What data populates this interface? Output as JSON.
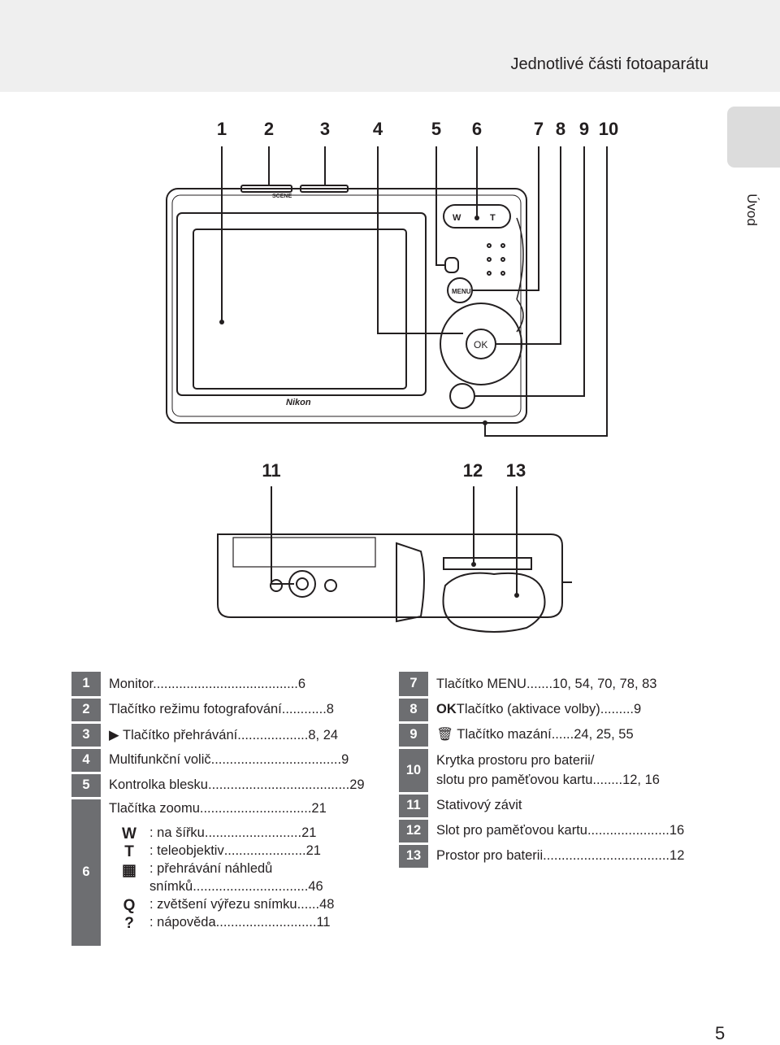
{
  "header": {
    "title": "Jednotlivé části fotoaparátu"
  },
  "side_tab": {
    "label": "Úvod"
  },
  "callouts_top": [
    "1",
    "2",
    "3",
    "4",
    "5",
    "6",
    "7",
    "8",
    "9",
    "10"
  ],
  "callouts_bottom": [
    "11",
    "12",
    "13"
  ],
  "camera": {
    "brand": "Nikon",
    "mode_label": "SCENE",
    "zoom_w": "W",
    "zoom_t": "T",
    "menu_label": "MENU",
    "ok_label": "OK"
  },
  "left_table": [
    {
      "num": "1",
      "text": "Monitor",
      "page": "6"
    },
    {
      "num": "2",
      "text": "Tlačítko režimu fotografování",
      "page": "8"
    },
    {
      "num": "3",
      "icon": "▶",
      "text": " Tlačítko přehrávání",
      "page": "8, 24"
    },
    {
      "num": "4",
      "text": "Multifunkční volič",
      "page": "9"
    },
    {
      "num": "5",
      "text": "Kontrolka blesku",
      "page": "29"
    }
  ],
  "row6": {
    "num": "6",
    "title": "Tlačítka zoomu",
    "page": "21",
    "items": [
      {
        "icon": "W",
        "text": ": na šířku",
        "page": "21"
      },
      {
        "icon": "T",
        "text": ": teleobjektiv",
        "page": "21"
      },
      {
        "icon": "▦",
        "text": ": přehrávání náhledů",
        "page": ""
      },
      {
        "icon": "",
        "text": "snímků",
        "page": "46"
      },
      {
        "icon": "Q",
        "text": ": zvětšení výřezu snímku",
        "page": "48"
      },
      {
        "icon": "?",
        "text": ": nápověda",
        "page": "11"
      }
    ]
  },
  "right_table": [
    {
      "num": "7",
      "text": "Tlačítko MENU",
      "page": "10, 54, 70, 78, 83"
    },
    {
      "num": "8",
      "icon": "OK",
      "text": "Tlačítko (aktivace volby)",
      "page": "9"
    },
    {
      "num": "9",
      "icon": "🗑",
      "text": " Tlačítko mazání",
      "page": "24, 25, 55"
    },
    {
      "num": "10",
      "line1": "Krytka prostoru pro baterii/",
      "text": "slotu pro paměťovou kartu",
      "page": "12, 16"
    },
    {
      "num": "11",
      "text": "Stativový závit",
      "page": ""
    },
    {
      "num": "12",
      "text": "Slot pro paměťovou kartu",
      "page": "16"
    },
    {
      "num": "13",
      "text": "Prostor pro baterii",
      "page": "12"
    }
  ],
  "page_number": "5"
}
